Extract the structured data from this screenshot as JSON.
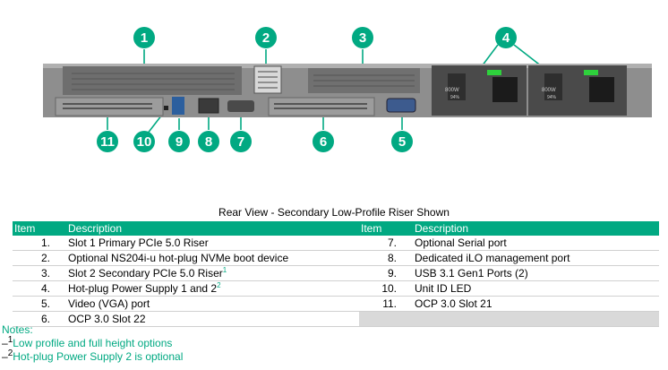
{
  "diagram": {
    "title": "HPE server rear view",
    "callouts": [
      "1",
      "2",
      "3",
      "4",
      "4",
      "5",
      "6",
      "7",
      "8",
      "9",
      "10",
      "11"
    ],
    "psu_labels": [
      "800W",
      "800W"
    ],
    "psu_sub_labels": [
      "94%",
      "94%"
    ],
    "colors": {
      "accent": "#01a982",
      "chassis": "#8e8e8e",
      "chassis_dark": "#4a4a4a"
    }
  },
  "caption": "Rear View - Secondary Low-Profile Riser Shown",
  "table": {
    "headers": {
      "item": "Item",
      "description": "Description"
    },
    "left": [
      {
        "item": "1.",
        "description": "Slot 1 Primary PCIe 5.0 Riser",
        "sup": ""
      },
      {
        "item": "2.",
        "description": "Optional NS204i-u hot-plug NVMe boot device",
        "sup": ""
      },
      {
        "item": "3.",
        "description": "Slot 2 Secondary PCIe 5.0 Riser",
        "sup": "1"
      },
      {
        "item": "4.",
        "description": "Hot-plug Power Supply 1 and 2",
        "sup": "2"
      },
      {
        "item": "5.",
        "description": "Video (VGA) port",
        "sup": ""
      },
      {
        "item": "6.",
        "description": "OCP 3.0 Slot 22",
        "sup": ""
      }
    ],
    "right": [
      {
        "item": "7.",
        "description": "Optional Serial port"
      },
      {
        "item": "8.",
        "description": "Dedicated iLO management port"
      },
      {
        "item": "9.",
        "description": "USB 3.1 Gen1 Ports (2)"
      },
      {
        "item": "10.",
        "description": "Unit ID LED"
      },
      {
        "item": "11.",
        "description": "OCP 3.0 Slot 21"
      }
    ]
  },
  "notes": {
    "title": "Notes:",
    "items": [
      {
        "marker": "1",
        "text": "Low profile and full height options"
      },
      {
        "marker": "2",
        "text": "Hot-plug Power Supply 2 is optional"
      }
    ],
    "dash": "–"
  }
}
